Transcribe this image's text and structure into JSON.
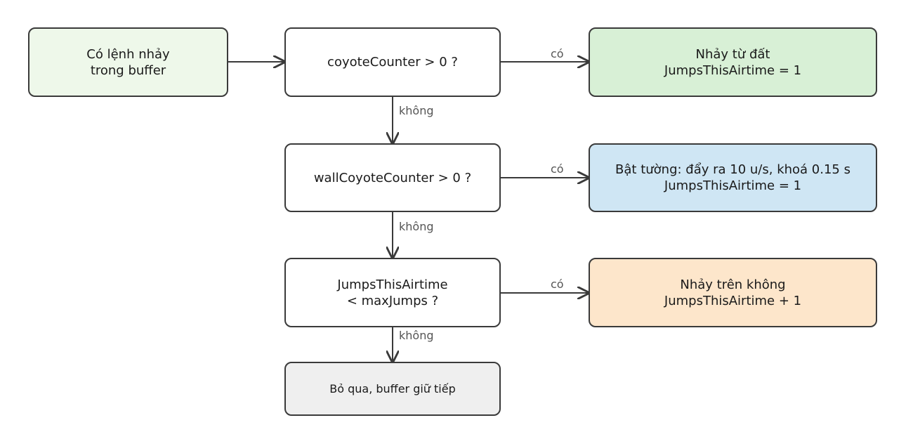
{
  "colors": {
    "start": "#eef8ea",
    "decision": "#ffffff",
    "ground_jump": "#d8f0d6",
    "wall_jump": "#cfe6f4",
    "air_jump": "#fde6cb",
    "skip": "#efefef",
    "stroke": "#3a3a3a",
    "label": "#555555"
  },
  "nodes": {
    "start": {
      "lines": [
        "Có lệnh nhảy",
        "trong buffer"
      ]
    },
    "check_coyote": {
      "lines": [
        "coyoteCounter > 0 ?"
      ]
    },
    "ground_jump": {
      "lines": [
        "Nhảy từ đất",
        "JumpsThisAirtime = 1"
      ]
    },
    "check_wall_coyote": {
      "lines": [
        "wallCoyoteCounter > 0 ?"
      ]
    },
    "wall_jump": {
      "lines": [
        "Bật tường: đẩy ra 10 u/s, khoá 0.15 s",
        "JumpsThisAirtime = 1"
      ]
    },
    "check_max_jumps": {
      "lines": [
        "JumpsThisAirtime",
        "< maxJumps ?"
      ]
    },
    "air_jump": {
      "lines": [
        "Nhảy trên không",
        "JumpsThisAirtime + 1"
      ]
    },
    "skip": {
      "lines": [
        "Bỏ qua, buffer giữ tiếp"
      ]
    }
  },
  "edge_labels": {
    "yes": "có",
    "no": "không"
  }
}
